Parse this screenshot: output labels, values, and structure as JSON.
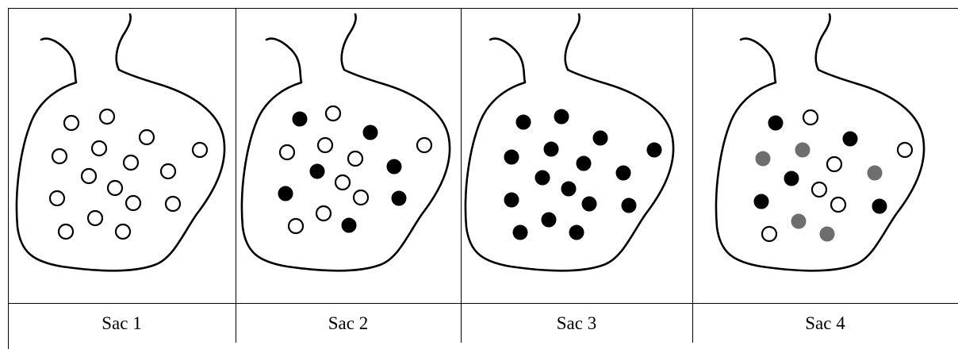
{
  "colors": {
    "empty": "#ffffff",
    "black": "#000000",
    "grey": "#6e6e6e",
    "outline": "#000000"
  },
  "sacs": [
    {
      "label": "Sac 1",
      "dots": [
        [
          "e",
          90,
          155
        ],
        [
          "e",
          135,
          147
        ],
        [
          "e",
          185,
          173
        ],
        [
          "e",
          252,
          189
        ],
        [
          "e",
          75,
          197
        ],
        [
          "e",
          125,
          187
        ],
        [
          "e",
          165,
          205
        ],
        [
          "e",
          212,
          216
        ],
        [
          "e",
          112,
          222
        ],
        [
          "e",
          145,
          237
        ],
        [
          "e",
          72,
          250
        ],
        [
          "e",
          168,
          256
        ],
        [
          "e",
          218,
          257
        ],
        [
          "e",
          120,
          275
        ],
        [
          "e",
          83,
          292
        ],
        [
          "e",
          155,
          292
        ]
      ]
    },
    {
      "label": "Sac 2",
      "dots": [
        [
          "b",
          378,
          150
        ],
        [
          "e",
          420,
          143
        ],
        [
          "b",
          467,
          167
        ],
        [
          "e",
          535,
          183
        ],
        [
          "e",
          362,
          192
        ],
        [
          "e",
          410,
          183
        ],
        [
          "e",
          448,
          200
        ],
        [
          "b",
          497,
          210
        ],
        [
          "b",
          400,
          216
        ],
        [
          "e",
          432,
          230
        ],
        [
          "b",
          360,
          244
        ],
        [
          "e",
          455,
          249
        ],
        [
          "b",
          503,
          250
        ],
        [
          "e",
          408,
          269
        ],
        [
          "e",
          373,
          285
        ],
        [
          "b",
          440,
          284
        ]
      ]
    },
    {
      "label": "Sac 3",
      "dots": [
        [
          "b",
          660,
          154
        ],
        [
          "b",
          708,
          147
        ],
        [
          "b",
          757,
          174
        ],
        [
          "b",
          825,
          189
        ],
        [
          "b",
          645,
          198
        ],
        [
          "b",
          695,
          188
        ],
        [
          "b",
          736,
          206
        ],
        [
          "b",
          786,
          218
        ],
        [
          "b",
          684,
          224
        ],
        [
          "b",
          717,
          238
        ],
        [
          "b",
          645,
          252
        ],
        [
          "b",
          743,
          257
        ],
        [
          "b",
          793,
          259
        ],
        [
          "b",
          692,
          277
        ],
        [
          "b",
          656,
          293
        ],
        [
          "b",
          727,
          293
        ]
      ]
    },
    {
      "label": "Sac 4",
      "dots": [
        [
          "b",
          978,
          155
        ],
        [
          "e",
          1022,
          148
        ],
        [
          "b",
          1072,
          175
        ],
        [
          "e",
          1141,
          189
        ],
        [
          "g",
          962,
          200
        ],
        [
          "g",
          1012,
          189
        ],
        [
          "e",
          1052,
          207
        ],
        [
          "g",
          1103,
          218
        ],
        [
          "b",
          998,
          225
        ],
        [
          "e",
          1033,
          239
        ],
        [
          "b",
          960,
          254
        ],
        [
          "e",
          1057,
          258
        ],
        [
          "b",
          1109,
          260
        ],
        [
          "g",
          1007,
          279
        ],
        [
          "e",
          970,
          295
        ],
        [
          "g",
          1043,
          295
        ]
      ]
    }
  ]
}
